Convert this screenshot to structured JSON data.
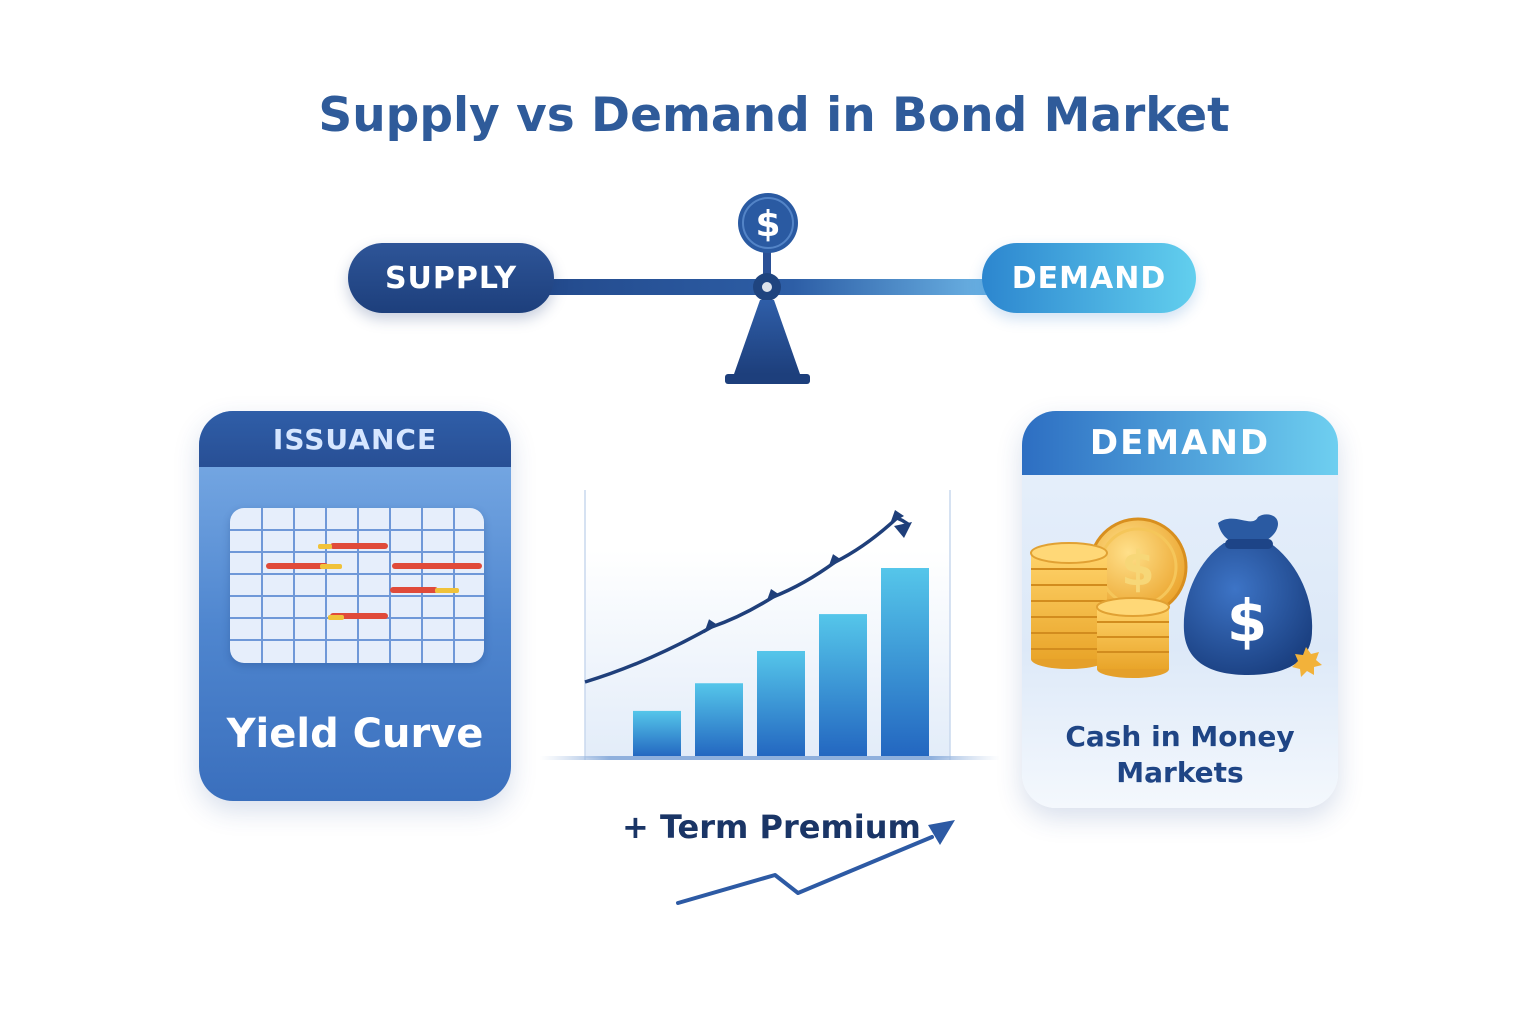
{
  "title": "Supply vs Demand in Bond Market",
  "balance": {
    "left_label": "SUPPLY",
    "right_label": "DEMAND",
    "pivot_icon": "dollar-coin-icon"
  },
  "issuance_card": {
    "header": "ISSUANCE",
    "label": "Yield Curve",
    "icon": "calendar-grid-icon"
  },
  "center_chart": {
    "footer_label": "+ Term Premium"
  },
  "demand_card": {
    "header": "DEMAND",
    "label_line1": "Cash in Money",
    "label_line2": "Markets",
    "icons": [
      "coin-stack-icon",
      "money-bag-icon"
    ]
  },
  "colors": {
    "title": "#2f5b9a",
    "navy": "#1d3f7c",
    "accent_cyan": "#62cfee",
    "bar": "#2b7fd0"
  },
  "chart_data": {
    "type": "bar",
    "categories": [
      "",
      "",
      "",
      "",
      ""
    ],
    "values": [
      1.0,
      1.6,
      2.3,
      3.1,
      4.1
    ],
    "trend_line": true,
    "title": "",
    "xlabel": "",
    "ylabel": ""
  }
}
